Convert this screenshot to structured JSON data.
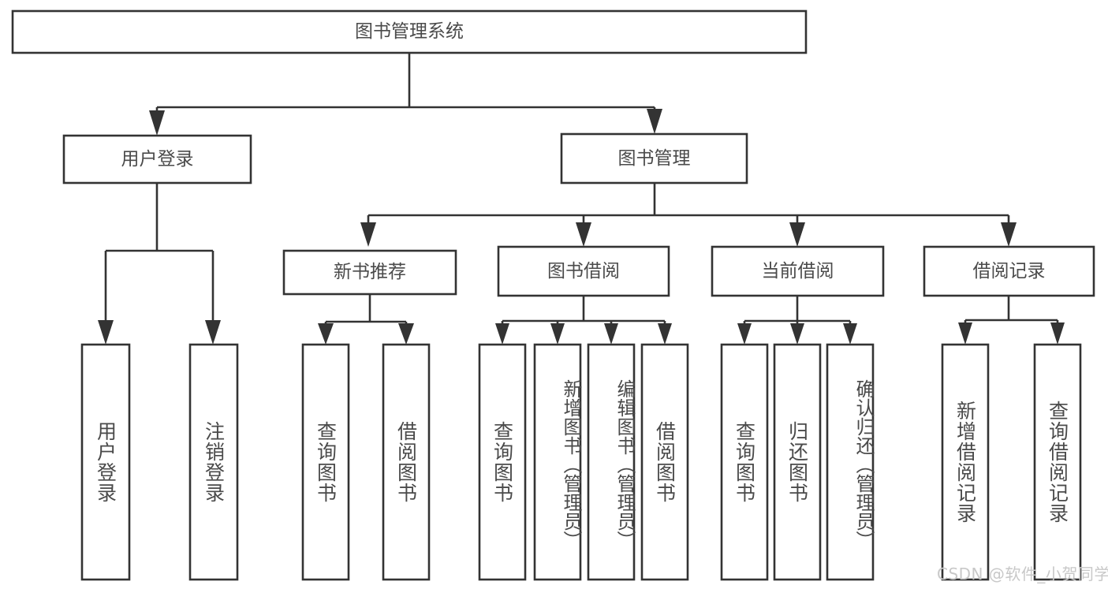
{
  "diagram": {
    "type": "tree-hierarchy",
    "title": "图书管理系统",
    "watermark": "CSDN @软件_小贺同学",
    "colors": {
      "background": "#ffffff",
      "stroke": "#333333",
      "text": "#4a4a4a",
      "watermark": "#c8c8c8"
    },
    "levels": {
      "level1": [
        {
          "id": "root",
          "label": "图书管理系统",
          "orientation": "horizontal"
        }
      ],
      "level2": [
        {
          "id": "user-login",
          "label": "用户登录",
          "orientation": "horizontal"
        },
        {
          "id": "book-manage",
          "label": "图书管理",
          "orientation": "horizontal"
        }
      ],
      "level3": [
        {
          "id": "new-book-rec",
          "label": "新书推荐",
          "orientation": "horizontal"
        },
        {
          "id": "book-borrow",
          "label": "图书借阅",
          "orientation": "horizontal"
        },
        {
          "id": "current-borrow",
          "label": "当前借阅",
          "orientation": "horizontal"
        },
        {
          "id": "borrow-record",
          "label": "借阅记录",
          "orientation": "horizontal"
        }
      ],
      "level4": [
        {
          "id": "leaf-user-login",
          "label": "用户登录",
          "parent": "user-login",
          "orientation": "vertical"
        },
        {
          "id": "leaf-logout",
          "label": "注销登录",
          "parent": "user-login",
          "orientation": "vertical"
        },
        {
          "id": "leaf-query-book-1",
          "label": "查询图书",
          "parent": "new-book-rec",
          "orientation": "vertical"
        },
        {
          "id": "leaf-borrow-book-1",
          "label": "借阅图书",
          "parent": "new-book-rec",
          "orientation": "vertical"
        },
        {
          "id": "leaf-query-book-2",
          "label": "查询图书",
          "parent": "book-borrow",
          "orientation": "vertical"
        },
        {
          "id": "leaf-add-book",
          "label": "新增图书（管理员）",
          "parent": "book-borrow",
          "orientation": "vertical"
        },
        {
          "id": "leaf-edit-book",
          "label": "编辑图书（管理员）",
          "parent": "book-borrow",
          "orientation": "vertical"
        },
        {
          "id": "leaf-borrow-book-2",
          "label": "借阅图书",
          "parent": "book-borrow",
          "orientation": "vertical"
        },
        {
          "id": "leaf-query-book-3",
          "label": "查询图书",
          "parent": "current-borrow",
          "orientation": "vertical"
        },
        {
          "id": "leaf-return-book",
          "label": "归还图书",
          "parent": "current-borrow",
          "orientation": "vertical"
        },
        {
          "id": "leaf-confirm-return",
          "label": "确认归还（管理员）",
          "parent": "current-borrow",
          "orientation": "vertical"
        },
        {
          "id": "leaf-add-record",
          "label": "新增借阅记录",
          "parent": "borrow-record",
          "orientation": "vertical"
        },
        {
          "id": "leaf-query-record",
          "label": "查询借阅记录",
          "parent": "borrow-record",
          "orientation": "vertical"
        }
      ]
    }
  }
}
